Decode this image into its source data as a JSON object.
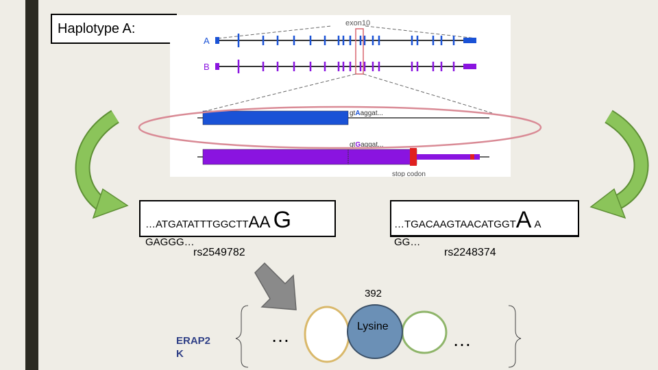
{
  "title": "Haplotype A:",
  "gene_figure": {
    "exon_label": "exon10",
    "haplotype_a": "A",
    "haplotype_b": "B",
    "seq_a_prefix": "gt",
    "seq_a_allele": "A",
    "seq_a_suffix": "aggat...",
    "seq_b_prefix": "gt",
    "seq_b_allele": "G",
    "seq_b_suffix": "aggat...",
    "stop_codon_label": "stop codon"
  },
  "left_sequence": {
    "prefix": "…ATGATATTTGGCTT",
    "aa": "AA",
    "variant": "G",
    "continuation": "GAGGG…",
    "snp_id": "rs2549782"
  },
  "right_sequence": {
    "prefix": "…TGACAAGTAACATGGT",
    "variant": "A",
    "suffix": "A",
    "continuation": "GG…",
    "snp_id": "rs2248374"
  },
  "protein": {
    "position": "392",
    "residue": "Lysine",
    "gene_name_line1": "ERAP2",
    "gene_name_line2": "K",
    "ellipsis_left": "…",
    "ellipsis_right": "…"
  },
  "colors": {
    "haplotype_a": "#1a52d6",
    "haplotype_b": "#8a14e0",
    "highlight_ellipse": "#d98a95",
    "green_arrow": "#7ab84a",
    "gray_arrow": "#8a8a8a",
    "lysine": "#6b90b6",
    "left_residue_ring": "#d9b86a",
    "right_residue_ring": "#8fb56a",
    "stop_codon": "#e02020"
  },
  "icons": [
    "curved-green-arrow-icon",
    "down-gray-arrow-icon"
  ]
}
